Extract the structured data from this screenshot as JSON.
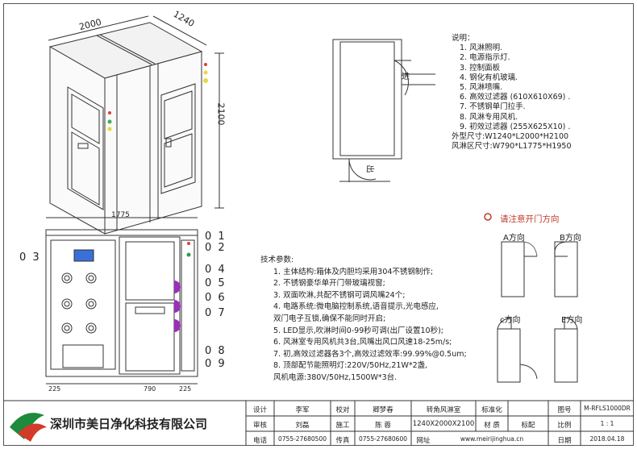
{
  "dimensions": {
    "length": "2000",
    "width": "1240",
    "height": "2100",
    "front_width": "1775",
    "bottom_left": "225",
    "bottom_mid": "790",
    "bottom_right": "225"
  },
  "plan_labels": {
    "enter": "进",
    "exit": "出"
  },
  "notes": {
    "title": "说明：",
    "items": [
      "1. 风淋照明.",
      "2. 电源指示灯.",
      "3. 控制面板",
      "4. 钢化有机玻璃.",
      "5. 风淋喷嘴.",
      "6. 高效过滤器 (610X610X69) .",
      "7. 不锈钢单门拉手.",
      "8. 风淋专用风机.",
      "9. 初效过滤器 (255X625X10) ."
    ],
    "outer_size": "外型尺寸:W1240*L2000*H2100",
    "inner_size": "风淋区尺寸:W790*L1775*H1950"
  },
  "callouts": [
    "0 1",
    "0 2",
    "0 3",
    "0 4",
    "0 5",
    "0 6",
    "0 7",
    "0 8",
    "0 9"
  ],
  "tech": {
    "title": "技术参数:",
    "items": [
      "1. 主体结构:箱体及内胆均采用304不锈钢制作;",
      "2. 不锈钢豪华单开门带玻璃视窗;",
      "3. 双面吹淋,共配不锈钢可调风嘴24个;",
      "4. 电路系统:微电脑控制系统,语音提示,光电感应,",
      "    双门电子互锁,确保不能同时开启;",
      "5. LED显示,吹淋时间0-99秒可调(出厂设置10秒);",
      "6. 风淋室专用风机共3台,风嘴出风口风速18-25m/s;",
      "7. 初,高效过滤器各3个,高效过滤效率:99.99%@0.5um;",
      "8. 顶部配节能照明灯:220V/50Hz,21W*2盏,",
      "    风机电源:380V/50Hz,1500W*3台."
    ]
  },
  "door_direction": {
    "title": "请注意开门方向",
    "labels": [
      "A方向",
      "B方向",
      "c方向",
      "E方向"
    ]
  },
  "title_block": {
    "company": "深圳市美日净化科技有限公司",
    "design_label": "设计",
    "design_value": "李军",
    "check_label": "校对",
    "check_value": "卿梦春",
    "product": "转角风淋室",
    "std_label": "标准化",
    "drawing_no_label": "图号",
    "drawing_no": "M-RFLS1000DR",
    "review_label": "审核",
    "review_value": "刘磊",
    "construction_label": "施工",
    "construction_value": "陈 蓉",
    "size": "1240X2000X2100",
    "material_label": "材 质",
    "material_value": "标配",
    "scale_label": "比例",
    "scale_value": "1 : 1",
    "phone_label": "电话",
    "phone_value": "0755-27680500",
    "fax_label": "传真",
    "fax_value": "0755-27680600",
    "web_label": "网址",
    "web_value": "www.meirijinghua.cn",
    "date_label": "日期",
    "date_value": "2018.04.18"
  },
  "colors": {
    "door_accent": "#9b30b8",
    "panel_blue": "#3a6fd8",
    "panel_green": "#2e9e4a",
    "light_red": "#d94030",
    "light_yellow": "#e8d840",
    "light_green": "#3cb04c",
    "title_red": "#c0392b",
    "logo_green": "#1e8a3c",
    "logo_red": "#d23a2a"
  }
}
